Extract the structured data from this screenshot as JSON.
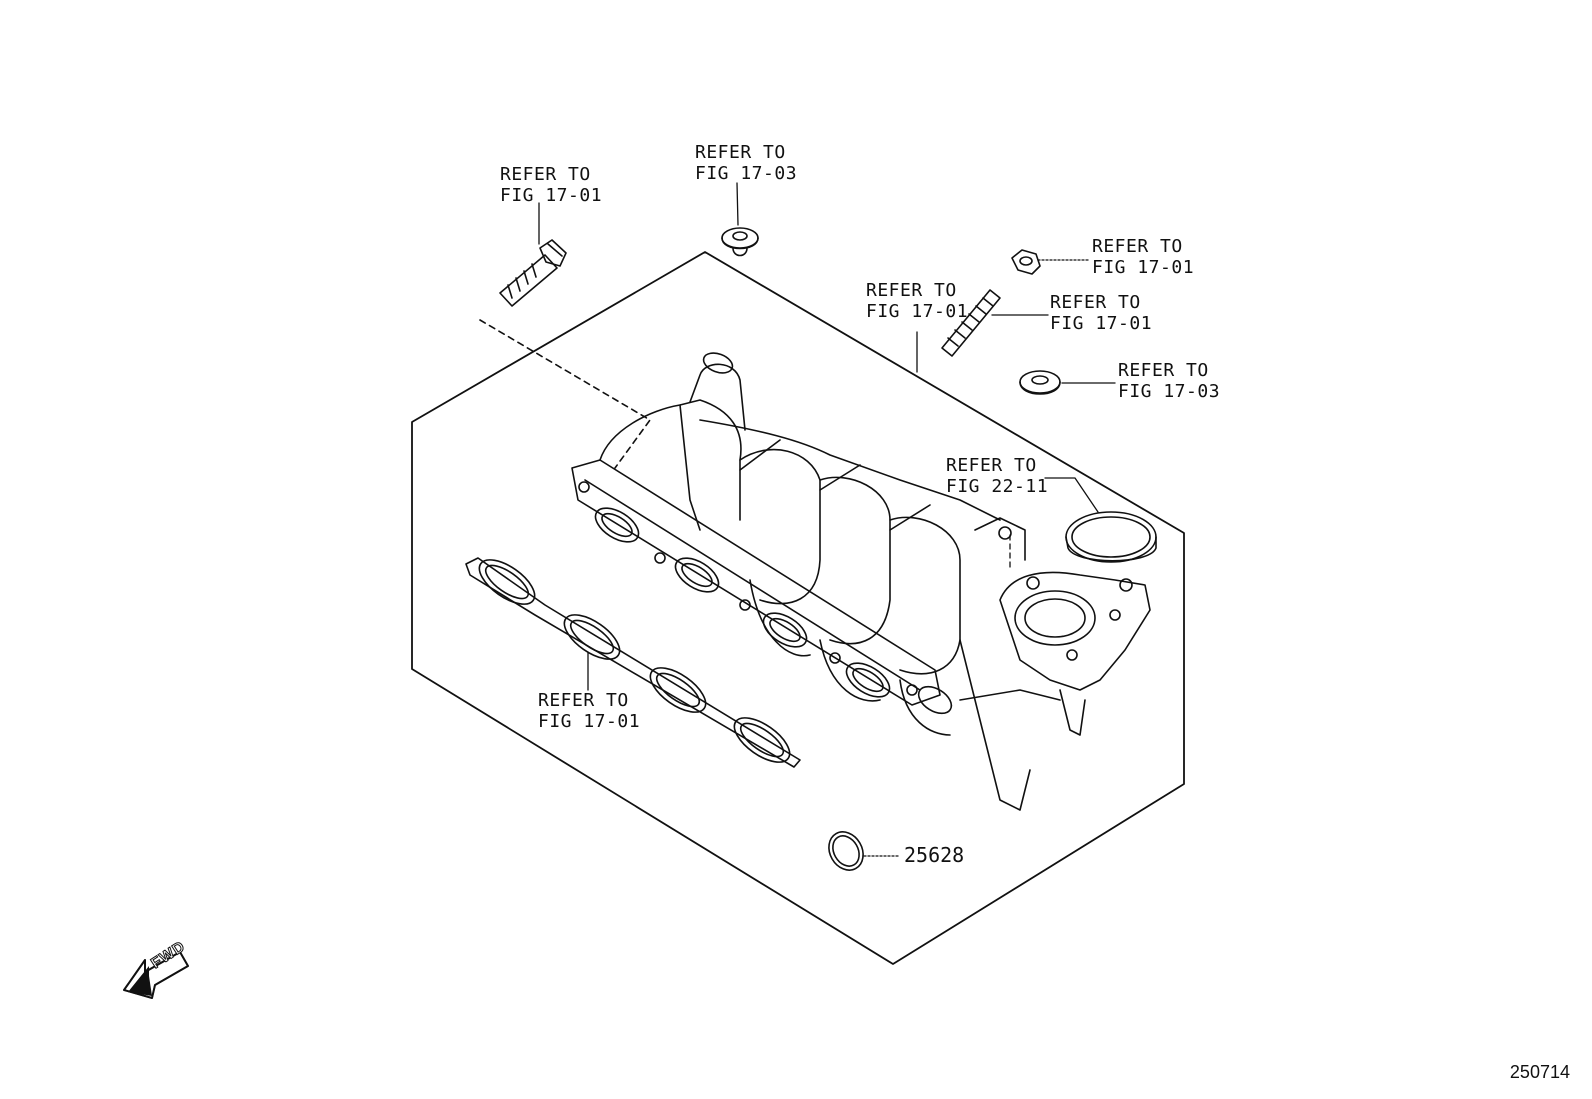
{
  "diagram": {
    "figure_id": "250714",
    "direction_label": "FWD",
    "part_numbers": [
      {
        "id": "o-ring",
        "label": "25628"
      }
    ],
    "callouts": [
      {
        "id": "bolt-top-left",
        "line1": "REFER TO",
        "line2": "FIG 17-01"
      },
      {
        "id": "grommet-top",
        "line1": "REFER TO",
        "line2": "FIG 17-03"
      },
      {
        "id": "nut-right",
        "line1": "REFER TO",
        "line2": "FIG 17-01"
      },
      {
        "id": "manifold",
        "line1": "REFER TO",
        "line2": "FIG 17-01"
      },
      {
        "id": "stud",
        "line1": "REFER TO",
        "line2": "FIG 17-01"
      },
      {
        "id": "grommet-right",
        "line1": "REFER TO",
        "line2": "FIG 17-03"
      },
      {
        "id": "throttle-gasket",
        "line1": "REFER TO",
        "line2": "FIG 22-11"
      },
      {
        "id": "manifold-gasket",
        "line1": "REFER TO",
        "line2": "FIG 17-01"
      }
    ]
  }
}
